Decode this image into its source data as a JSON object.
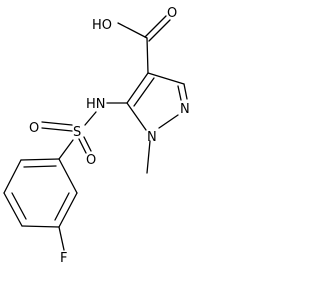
{
  "molecule": {
    "labels": {
      "carboxyl_oh": "HO",
      "carbonyl_o": "O",
      "amine_nh": "HN",
      "sulfur": "S",
      "sulfonyl_o_left": "O",
      "sulfonyl_o_bottom": "O",
      "ring_n1": "N",
      "ring_n2": "N",
      "fluorine": "F"
    }
  }
}
